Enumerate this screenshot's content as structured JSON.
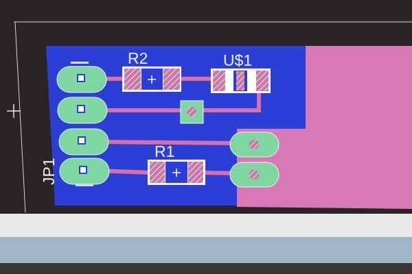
{
  "board": {
    "labels": {
      "r2": "R2",
      "u1": "U$1",
      "r1": "R1",
      "jp1": "JP1"
    },
    "colors": {
      "background": "#2b2424",
      "copper_bottom": "#2b3fd6",
      "copper_top": "#d978b8",
      "pad": "#7fd6a0",
      "trace": "#d86fa8",
      "frame": "#d8d8d8"
    }
  }
}
